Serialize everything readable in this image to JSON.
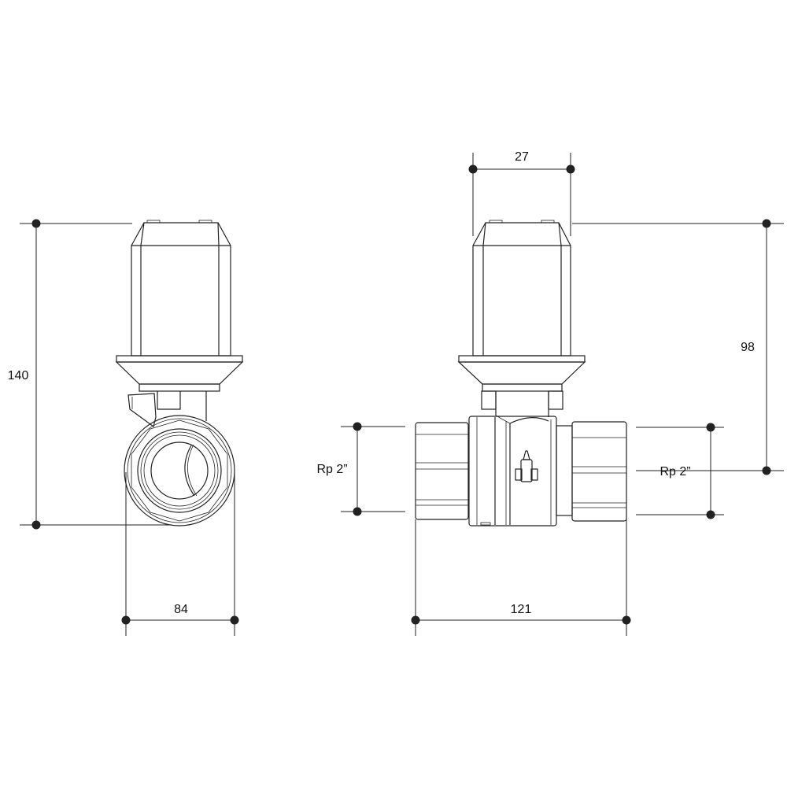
{
  "dimensions": {
    "height_total": "140",
    "width_side": "84",
    "actuator_width": "27",
    "axis_height": "98",
    "length": "121",
    "thread_left": "Rp 2”",
    "thread_right": "Rp 2”"
  },
  "colors": {
    "line": "#222222",
    "background": "#ffffff"
  }
}
